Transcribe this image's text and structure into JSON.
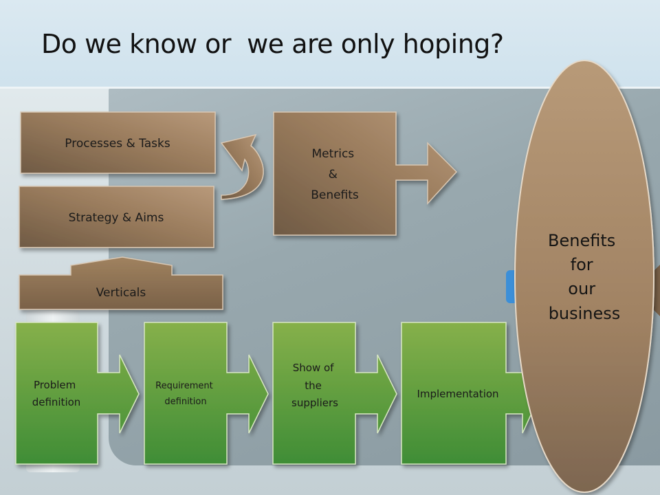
{
  "title": "Do we know or  we are only hoping?",
  "colors": {
    "brown_box": "#a48563",
    "brown_dark": "#6f5a44",
    "green_box": "#6ea33f",
    "green_dark": "#3f8a33",
    "oval": "#a88b6a"
  },
  "boxes": {
    "processes": "Processes & Tasks",
    "strategy": "Strategy & Aims",
    "verticals": "Verticals",
    "metrics": [
      "Metrics",
      "&",
      "Benefits"
    ]
  },
  "steps": [
    {
      "lines": [
        "Problem",
        "definition"
      ]
    },
    {
      "lines": [
        "Requirement",
        "definition"
      ]
    },
    {
      "lines": [
        "Show of",
        "the",
        "suppliers"
      ]
    },
    {
      "lines": [
        "Implementation"
      ]
    }
  ],
  "oval": {
    "lines": [
      "Benefits",
      "for",
      "our",
      "business"
    ]
  }
}
